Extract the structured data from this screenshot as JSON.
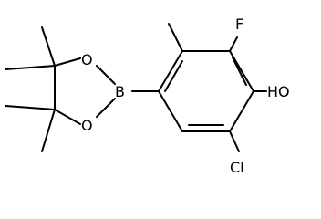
{
  "molecule": {
    "atom_labels": {
      "fluorine": "F",
      "hydroxyl": "HO",
      "chlorine": "Cl",
      "boron": "B",
      "oxygen_upper": "O",
      "oxygen_lower": "O"
    },
    "colors": {
      "bond": "#000000",
      "label": "#000000",
      "background": "#ffffff"
    }
  }
}
